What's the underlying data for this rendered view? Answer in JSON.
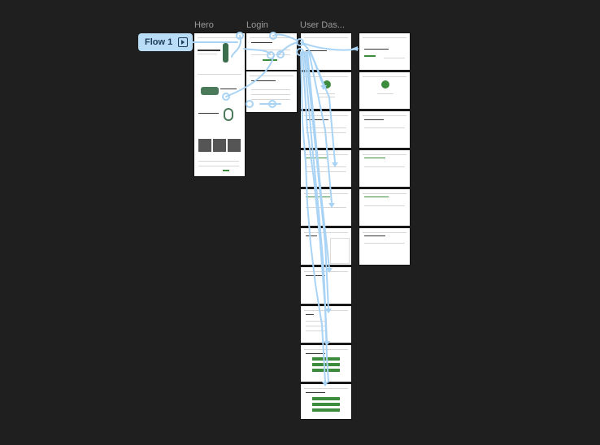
{
  "frame_labels": {
    "hero": "Hero",
    "login": "Login",
    "user_dashboard": "User Das..."
  },
  "flow": {
    "label": "Flow 1",
    "icon": "play-icon"
  },
  "colors": {
    "canvas": "#1f1f1f",
    "connector": "#a9d3f5",
    "flow_tag": "#b9dcf7",
    "accent_green": "#3d8b3d"
  }
}
